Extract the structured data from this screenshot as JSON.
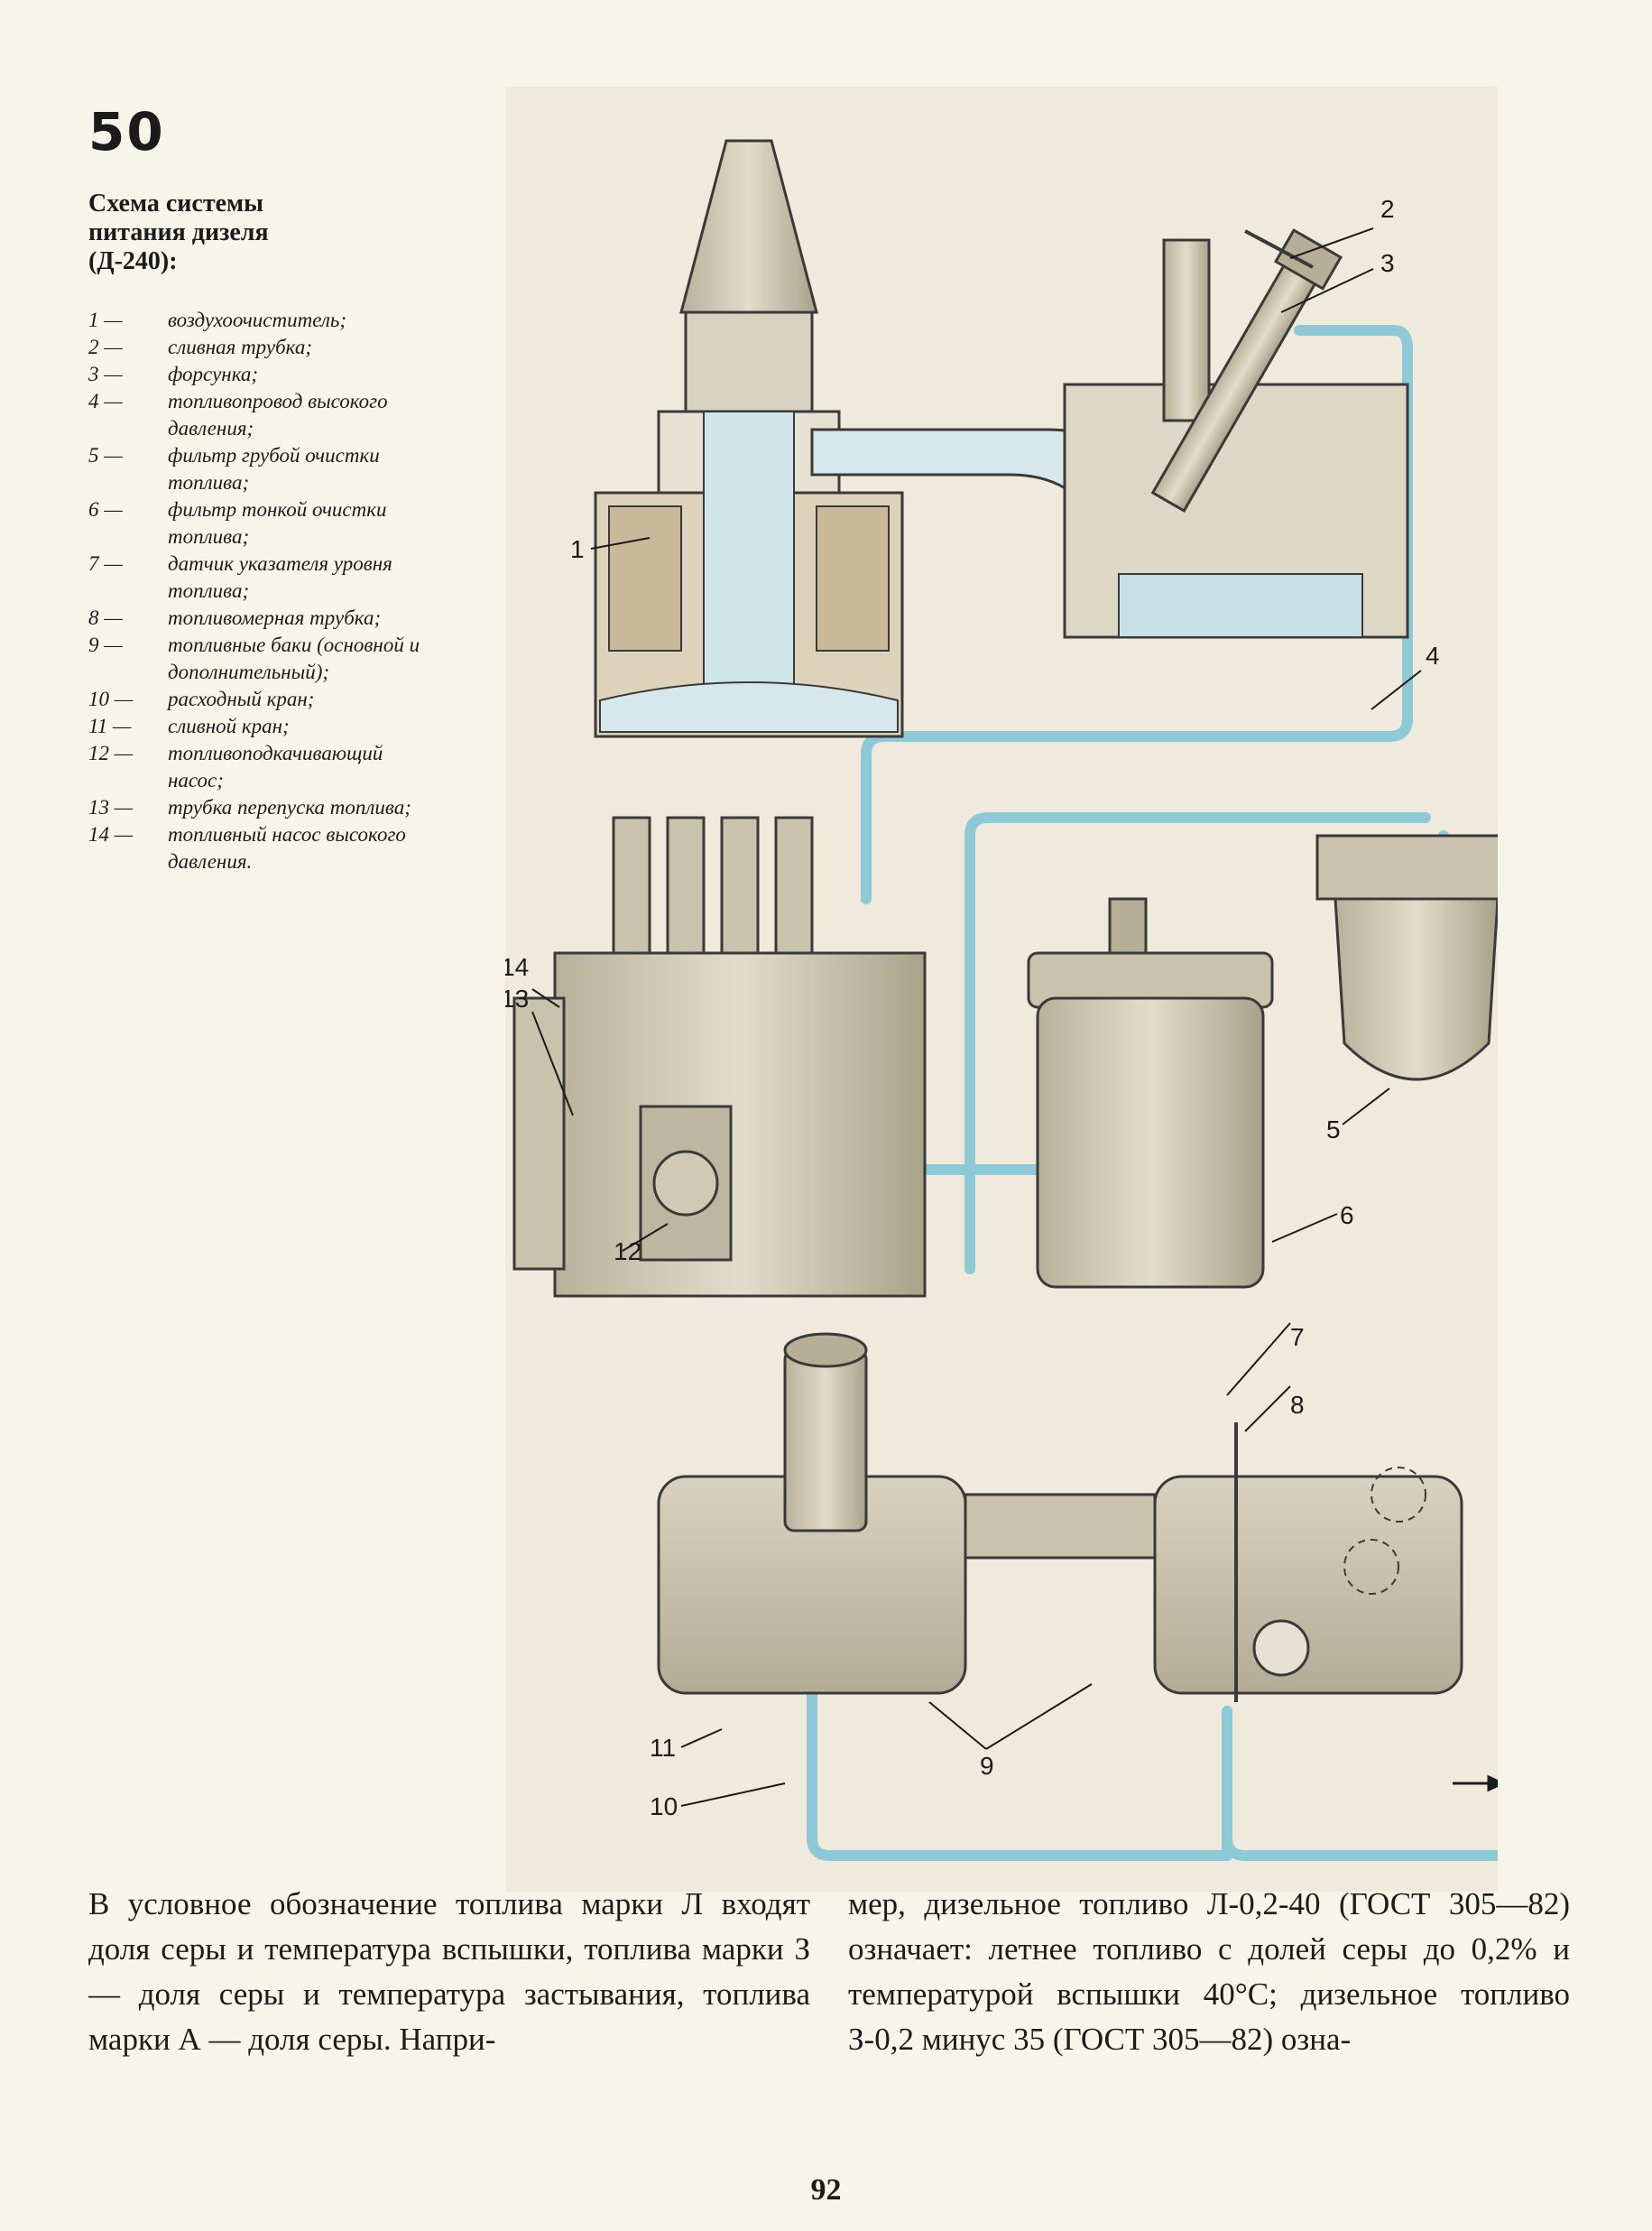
{
  "figure": {
    "number": "50",
    "caption": "Схема системы питания дизеля (Д-240):",
    "legend": [
      {
        "num": "1 —",
        "text": "воздухоочиститель;"
      },
      {
        "num": "2 —",
        "text": "сливная трубка;"
      },
      {
        "num": "3 —",
        "text": "форсунка;"
      },
      {
        "num": "4 —",
        "text": "топливопровод высокого давления;"
      },
      {
        "num": "5 —",
        "text": "фильтр грубой очистки топлива;"
      },
      {
        "num": "6 —",
        "text": "фильтр тонкой очистки топлива;"
      },
      {
        "num": "7 —",
        "text": "датчик указателя уровня топлива;"
      },
      {
        "num": "8 —",
        "text": "топливомерная трубка;"
      },
      {
        "num": "9 —",
        "text": "топливные баки (основной и дополнительный);"
      },
      {
        "num": "10 —",
        "text": "расходный кран;"
      },
      {
        "num": "11 —",
        "text": "сливной кран;"
      },
      {
        "num": "12 —",
        "text": "топливоподкачивающий насос;"
      },
      {
        "num": "13 —",
        "text": "трубка перепуска топлива;"
      },
      {
        "num": "14 —",
        "text": "топливный насос высокого давления."
      }
    ],
    "callouts": [
      "1",
      "2",
      "3",
      "4",
      "5",
      "6",
      "7",
      "8",
      "9",
      "10",
      "11",
      "12",
      "13",
      "14"
    ]
  },
  "body": {
    "left": "В условное обозначение топлива марки Л входят доля серы и температура вспышки, топлива марки З — доля серы и температура застывания, топлива марки А — доля серы. Напри-",
    "right": "мер, дизельное топливо Л-0,2-40 (ГОСТ 305—82) означает: летнее топливо с долей серы до 0,2% и температурой вспышки 40°С; дизельное топливо З-0,2 минус 35 (ГОСТ 305—82) озна-"
  },
  "page_number": "92",
  "colors": {
    "pipe": "#8ec9d8",
    "metal": "#c9c3ad",
    "outline": "#3a3a3a",
    "accent_dark": "#6a2e3e"
  }
}
